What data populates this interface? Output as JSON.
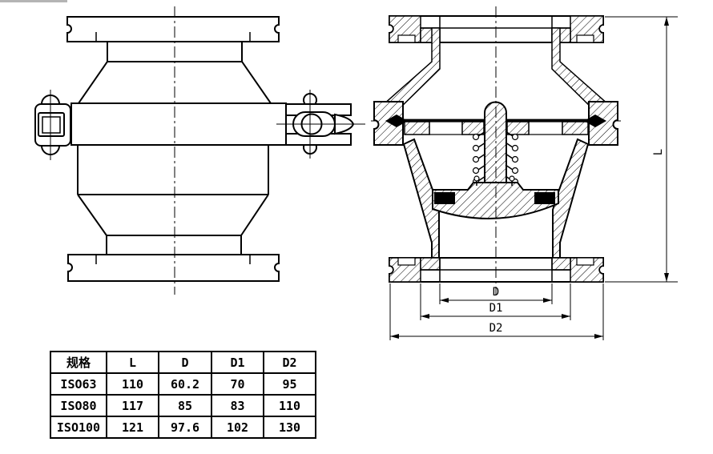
{
  "title": "sanitary check valve technical drawing",
  "colors": {
    "line": "#000000",
    "background": "#ffffff",
    "seal_fill": "#000000"
  },
  "views": {
    "left": {
      "name": "valve side elevation view"
    },
    "right": {
      "name": "valve cross-section view"
    }
  },
  "dimensions": {
    "d": "D",
    "d1": "D1",
    "d2": "D2",
    "l": "L"
  },
  "table": {
    "headers": [
      "规格",
      "L",
      "D",
      "D1",
      "D2"
    ],
    "rows": [
      [
        "ISO63",
        "110",
        "60.2",
        "70",
        "95"
      ],
      [
        "ISO80",
        "117",
        "85",
        "83",
        "110"
      ],
      [
        "ISO100",
        "121",
        "97.6",
        "102",
        "130"
      ]
    ]
  }
}
